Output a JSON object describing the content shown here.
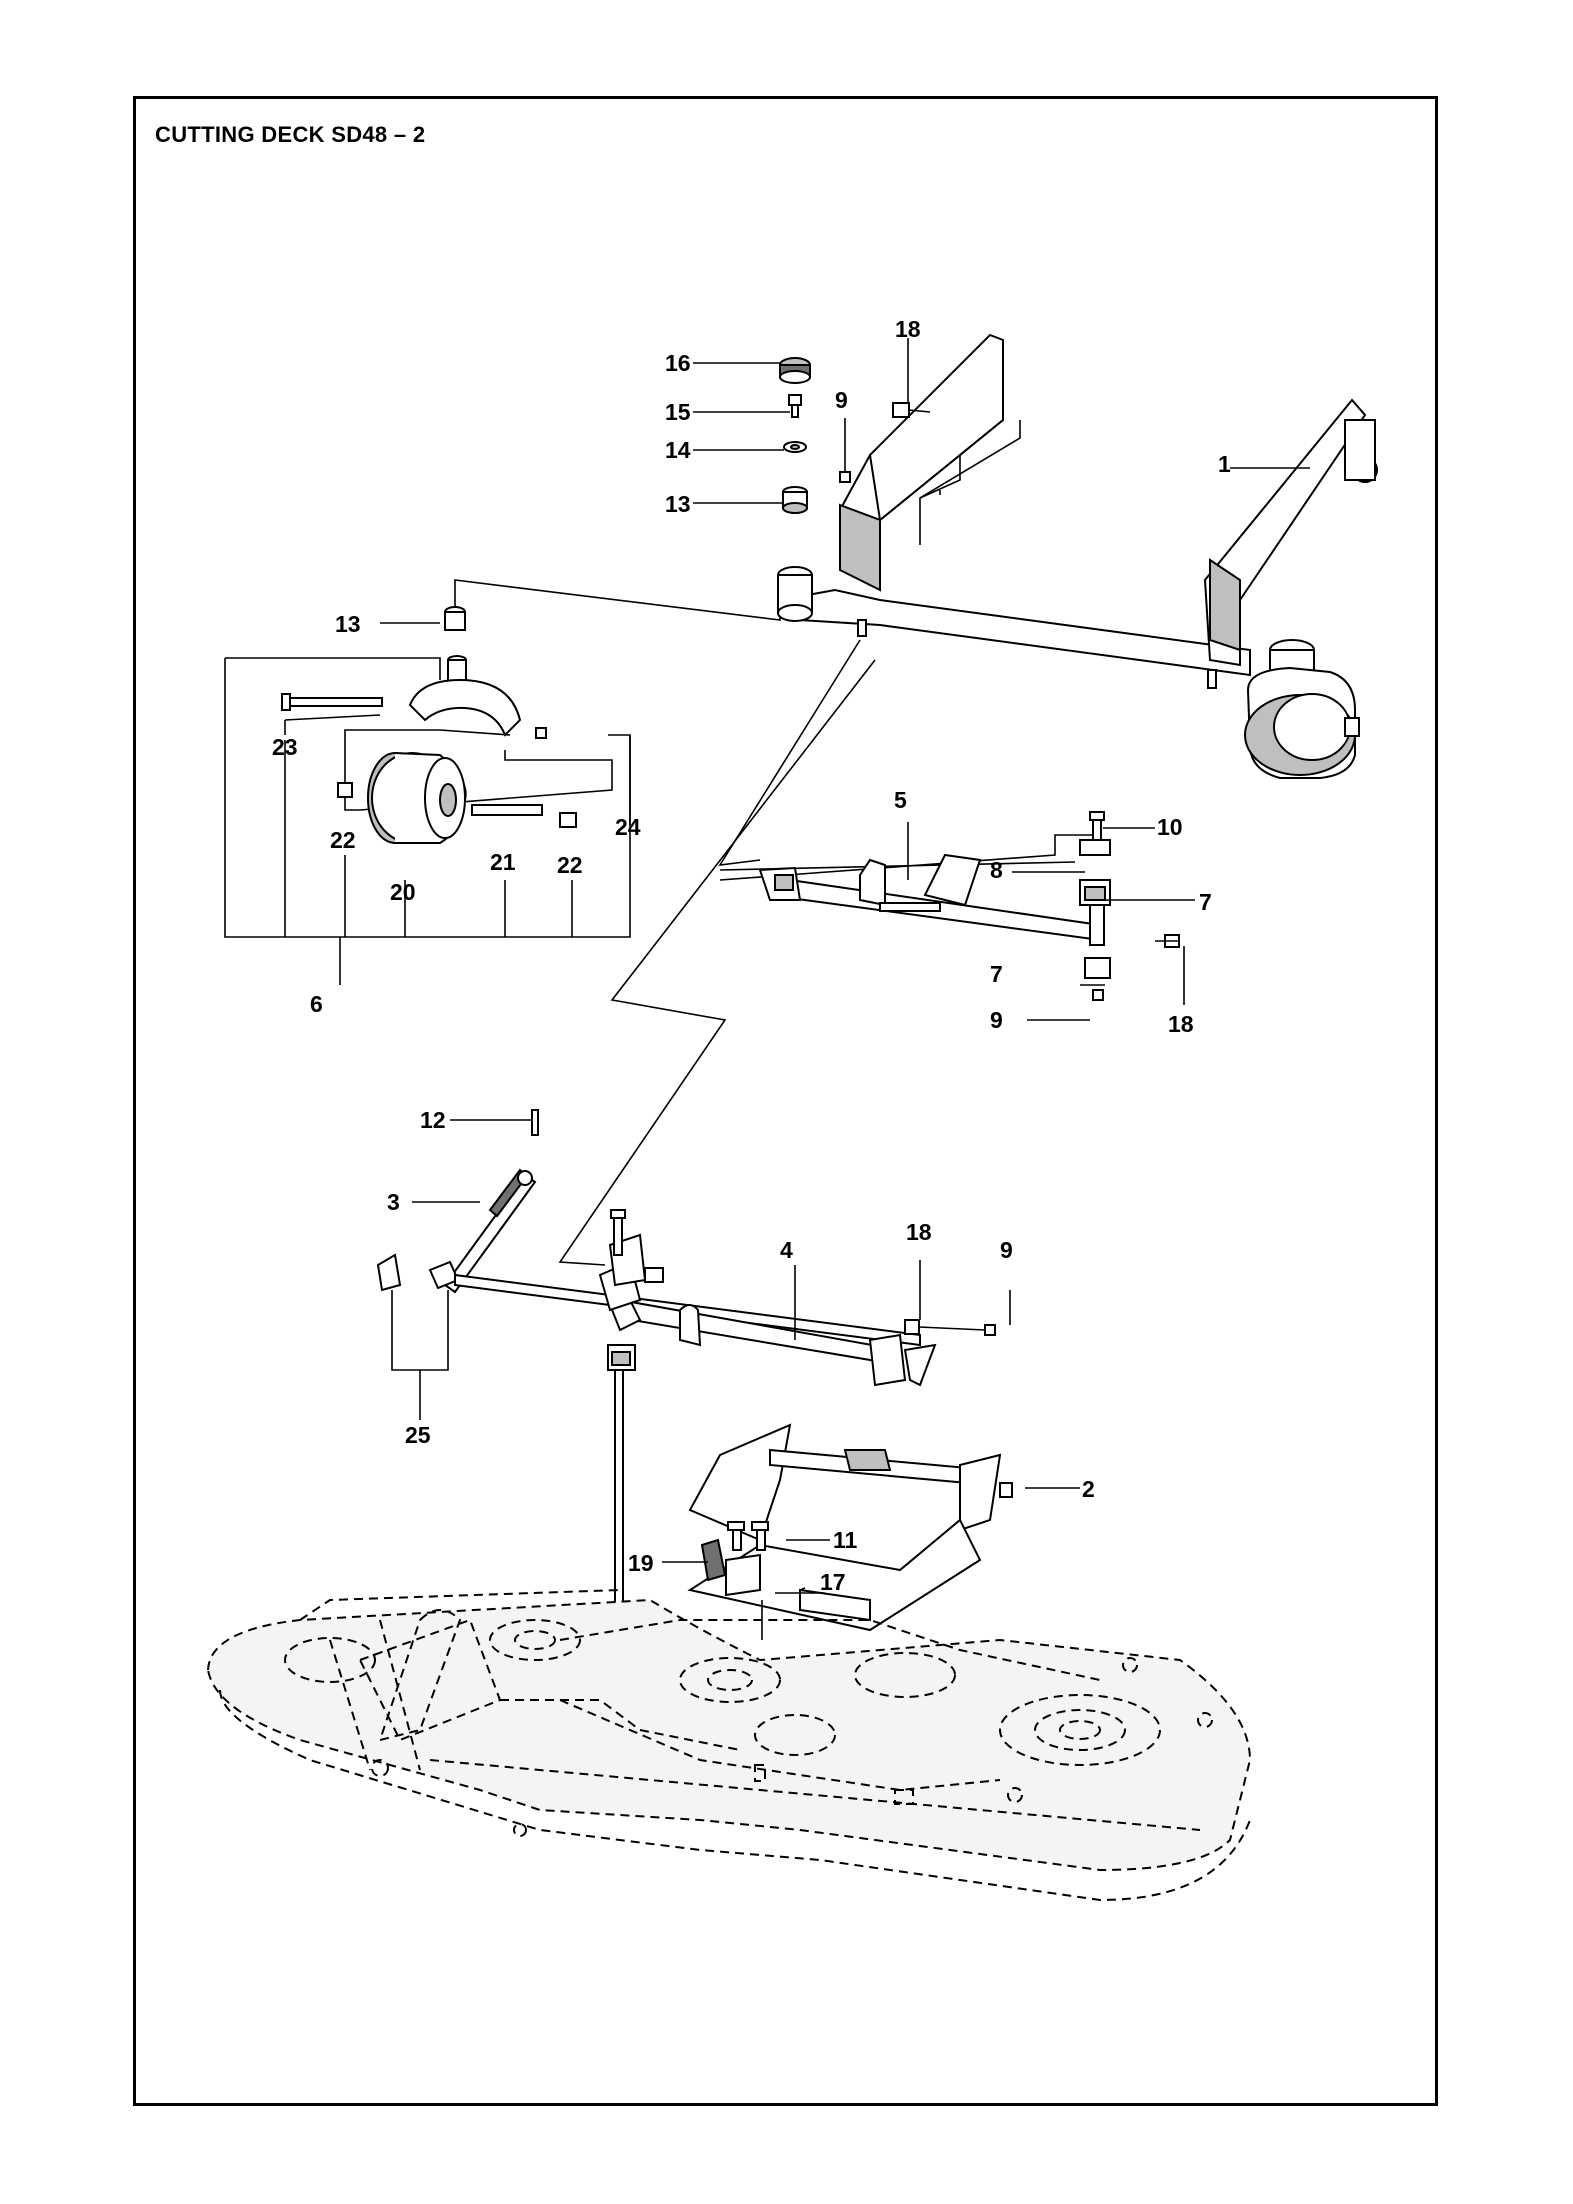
{
  "title": "CUTTING DECK SD48 – 2",
  "callouts": {
    "c1": "1",
    "c2": "2",
    "c3": "3",
    "c4": "4",
    "c5": "5",
    "c6": "6",
    "c7a": "7",
    "c7b": "7",
    "c8": "8",
    "c9a": "9",
    "c9b": "9",
    "c9c": "9",
    "c10": "10",
    "c11": "11",
    "c12": "12",
    "c13a": "13",
    "c13b": "13",
    "c14": "14",
    "c15": "15",
    "c16": "16",
    "c17": "17",
    "c18a": "18",
    "c18b": "18",
    "c18c": "18",
    "c19": "19",
    "c20": "20",
    "c21": "21",
    "c22a": "22",
    "c22b": "22",
    "c23": "23",
    "c24": "24",
    "c25": "25"
  }
}
